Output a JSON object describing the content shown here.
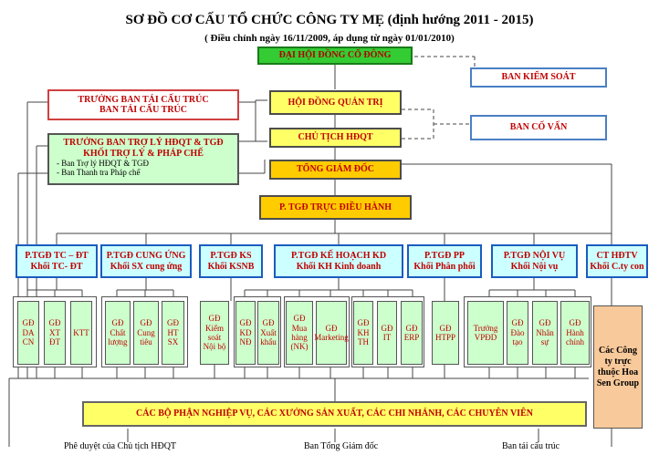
{
  "title": "SƠ ĐỒ CƠ CẤU TỔ CHỨC CÔNG TY MẸ  (định hướng 2011 - 2015)",
  "subtitle": "( Điều chỉnh ngày 16/11/2009, áp dụng từ ngày 01/01/2010)",
  "top": {
    "dhdcd": "ĐẠI HỘI ĐỒNG CỔ ĐÔNG",
    "bks": "BAN KIỂM SOÁT",
    "hdqt": "HỘI ĐỒNG QUẢN TRỊ",
    "bcv": "BAN CỐ VẤN",
    "ct": "CHỦ TỊCH HĐQT",
    "tgd": "TỔNG GIÁM ĐỐC",
    "ptgd": "P. TGĐ TRỰC ĐIỀU HÀNH",
    "tcc_line1": "TRƯỞNG BAN TÁI CẤU TRÚC",
    "tcc_line2": "BAN TÁI CẤU TRÚC",
    "trl_line1": "TRƯỞNG BAN TRỢ LÝ HĐQT & TGĐ",
    "trl_line2": "KHỐI TRỢ LÝ & PHÁP CHẾ",
    "trl_item1": "-  Ban Trợ lý HĐQT & TGĐ",
    "trl_item2": "-  Ban Thanh tra Pháp chế"
  },
  "divisions": [
    {
      "line1": "P.TGĐ TC – ĐT",
      "line2": "Khối TC- ĐT"
    },
    {
      "line1": "P.TGĐ CUNG ỨNG",
      "line2": "Khối SX cung ứng"
    },
    {
      "line1": "P.TGĐ KS",
      "line2": "Khối KSNB"
    },
    {
      "line1": "P.TGĐ KẾ  HOẠCH KD",
      "line2": "Khối KH Kinh doanh"
    },
    {
      "line1": "P.TGĐ PP",
      "line2": "Khối Phân phối"
    },
    {
      "line1": "P.TGĐ NỘI VỤ",
      "line2": "Khối Nội vụ"
    },
    {
      "line1": "CT HĐTV",
      "line2": "Khối C.ty con"
    }
  ],
  "units": [
    {
      "text": "GĐ DA CN"
    },
    {
      "text": "GĐ XT ĐT"
    },
    {
      "text": "KTT"
    },
    {
      "text": "GĐ Chất lượng"
    },
    {
      "text": "GĐ Cung tiêu"
    },
    {
      "text": "GĐ HT SX"
    },
    {
      "text": "GĐ Kiểm soát Nội bộ"
    },
    {
      "text": "GĐ KD NĐ"
    },
    {
      "text": "GĐ Xuất khẩu"
    },
    {
      "text": "GĐ Mua hàng (NK)"
    },
    {
      "text": "GĐ Marketing"
    },
    {
      "text": "GĐ KH TH"
    },
    {
      "text": "GĐ IT"
    },
    {
      "text": "GĐ ERP"
    },
    {
      "text": "GĐ HTPP"
    },
    {
      "text": "Trưởng VPĐD"
    },
    {
      "text": "GĐ Đào tạo"
    },
    {
      "text": "GĐ Nhân sự"
    },
    {
      "text": "GĐ Hành chính"
    }
  ],
  "subsidiaries": "Các Công ty trực thuộc Hoa Sen Group",
  "bottom_bar": "CÁC BỘ PHẬN NGHIỆP VỤ, CÁC XƯỞNG SẢN XUẤT, CÁC CHI NHÁNH, CÁC CHUYÊN VIÊN",
  "footer": {
    "left": "Phê duyệt của Chủ tịch HĐQT",
    "middle": "Ban Tổng Giám đốc",
    "right": "Ban tái cấu trúc"
  }
}
